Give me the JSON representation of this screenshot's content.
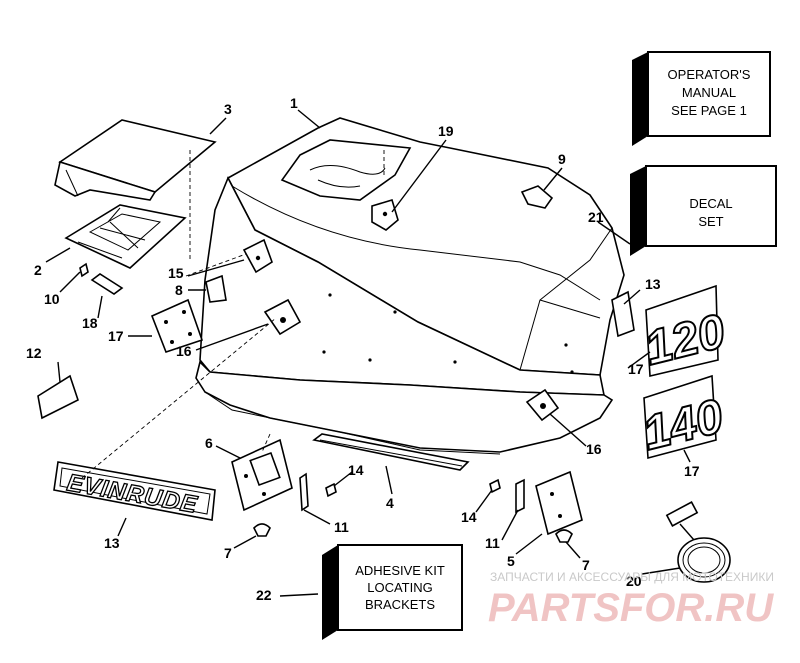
{
  "callouts": [
    {
      "id": "c1",
      "label": "1"
    },
    {
      "id": "c2",
      "label": "2"
    },
    {
      "id": "c3",
      "label": "3"
    },
    {
      "id": "c4",
      "label": "4"
    },
    {
      "id": "c5",
      "label": "5"
    },
    {
      "id": "c6",
      "label": "6"
    },
    {
      "id": "c7a",
      "label": "7"
    },
    {
      "id": "c7b",
      "label": "7"
    },
    {
      "id": "c8",
      "label": "8"
    },
    {
      "id": "c9",
      "label": "9"
    },
    {
      "id": "c10",
      "label": "10"
    },
    {
      "id": "c11a",
      "label": "11"
    },
    {
      "id": "c11b",
      "label": "11"
    },
    {
      "id": "c12",
      "label": "12"
    },
    {
      "id": "c13a",
      "label": "13"
    },
    {
      "id": "c13b",
      "label": "13"
    },
    {
      "id": "c14a",
      "label": "14"
    },
    {
      "id": "c14b",
      "label": "14"
    },
    {
      "id": "c15",
      "label": "15"
    },
    {
      "id": "c16a",
      "label": "16"
    },
    {
      "id": "c16b",
      "label": "16"
    },
    {
      "id": "c17a",
      "label": "17"
    },
    {
      "id": "c17b",
      "label": "17"
    },
    {
      "id": "c17c",
      "label": "17"
    },
    {
      "id": "c18",
      "label": "18"
    },
    {
      "id": "c19",
      "label": "19"
    },
    {
      "id": "c20",
      "label": "20"
    },
    {
      "id": "c21",
      "label": "21"
    },
    {
      "id": "c22",
      "label": "22"
    }
  ],
  "boxes": {
    "operators_manual": [
      "OPERATOR'S",
      "MANUAL",
      "SEE PAGE 1"
    ],
    "decal_set": [
      "DECAL",
      "SET"
    ],
    "adhesive_kit": [
      "ADHESIVE KIT",
      "LOCATING",
      "BRACKETS"
    ]
  },
  "decals": {
    "brand": "EVINRUDE",
    "model_a": "120",
    "model_b": "140"
  },
  "watermark": {
    "line1": "ЗАПЧАСТИ И АКСЕССУАРЫ ДЛЯ МОТОТЕХНИКИ",
    "line2": "PARTSFOR.RU"
  }
}
